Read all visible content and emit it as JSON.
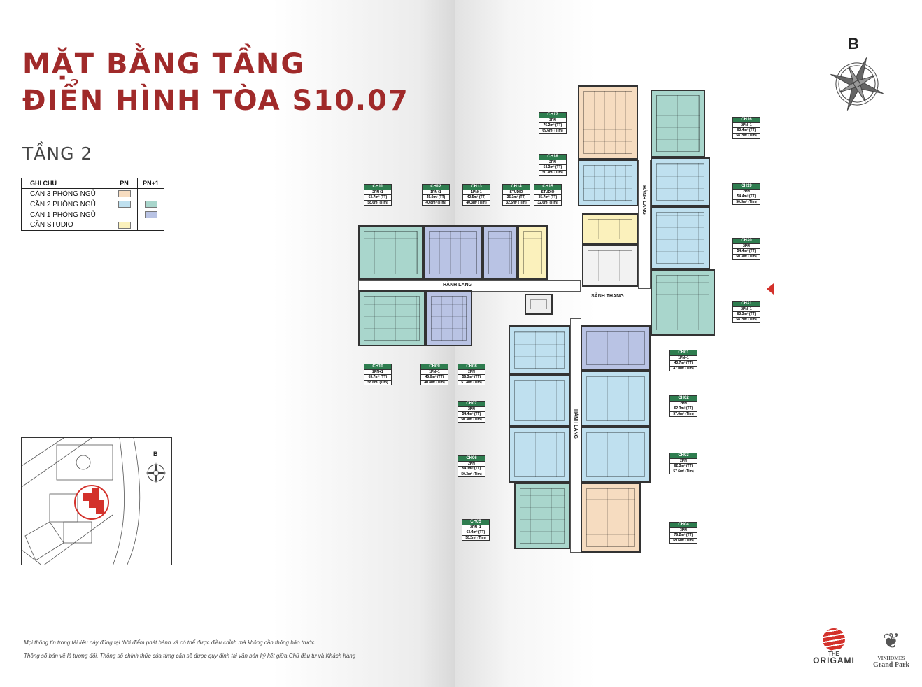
{
  "title": {
    "line1": "MẶT BẰNG TẦNG",
    "line2": "ĐIỂN HÌNH TÒA S10.07"
  },
  "floor_label": "TẦNG 2",
  "legend": {
    "headers": [
      "GHI CHÚ",
      "PN",
      "PN+1"
    ],
    "rows": [
      {
        "label": "CĂN 3 PHÒNG NGỦ",
        "pn": "#f6dcc0",
        "pn1": null
      },
      {
        "label": "CĂN 2 PHÒNG NGỦ",
        "pn": "#bfe0ef",
        "pn1": "#a9d6cc"
      },
      {
        "label": "CĂN 1 PHÒNG NGỦ",
        "pn": null,
        "pn1": "#b9c3e4"
      },
      {
        "label": "CĂN STUDIO",
        "pn": "#fbf1bc",
        "pn1": null
      }
    ]
  },
  "plan": {
    "corridor_label": "HÀNH LANG",
    "corridor_label_v1": "HÀNH LANG",
    "corridor_label_v2": "HÀNH LANG",
    "lobby_label": "SẢNH THANG",
    "units": [
      {
        "code": "CH01",
        "type": "1PN+1",
        "tt": "43.7m² (TT)",
        "tim": "47.0m² (Tim)"
      },
      {
        "code": "CH02",
        "type": "2PN",
        "tt": "62.3m² (TT)",
        "tim": "57.6m² (Tim)"
      },
      {
        "code": "CH03",
        "type": "2PN",
        "tt": "62.3m² (TT)",
        "tim": "57.6m² (Tim)"
      },
      {
        "code": "CH04",
        "type": "3PN",
        "tt": "76.2m² (TT)",
        "tim": "69.6m² (Tim)"
      },
      {
        "code": "CH05",
        "type": "2PN+1",
        "tt": "63.4m² (TT)",
        "tim": "58.2m² (Tim)"
      },
      {
        "code": "CH06",
        "type": "2PN",
        "tt": "54.3m² (TT)",
        "tim": "50.3m² (Tim)"
      },
      {
        "code": "CH07",
        "type": "2PN",
        "tt": "54.4m² (TT)",
        "tim": "50.3m² (Tim)"
      },
      {
        "code": "CH08",
        "type": "2PN",
        "tt": "56.3m² (TT)",
        "tim": "51.4m² (Tim)"
      },
      {
        "code": "CH09",
        "type": "1PN+1",
        "tt": "45.0m² (TT)",
        "tim": "40.8m² (Tim)"
      },
      {
        "code": "CH10",
        "type": "2PN+1",
        "tt": "63.7m² (TT)",
        "tim": "58.6m² (Tim)"
      },
      {
        "code": "CH11",
        "type": "2PN+1",
        "tt": "63.7m² (TT)",
        "tim": "58.6m² (Tim)"
      },
      {
        "code": "CH12",
        "type": "1PN+1",
        "tt": "45.0m² (TT)",
        "tim": "40.8m² (Tim)"
      },
      {
        "code": "CH13",
        "type": "1PN+1",
        "tt": "42.5m² (TT)",
        "tim": "40.3m² (Tim)"
      },
      {
        "code": "CH14",
        "type": "STUDIO",
        "tt": "35.1m² (TT)",
        "tim": "32.5m² (Tim)"
      },
      {
        "code": "CH15",
        "type": "STUDIO",
        "tt": "35.7m² (TT)",
        "tim": "32.6m² (Tim)"
      },
      {
        "code": "CH16",
        "type": "2PN+1",
        "tt": "63.4m² (TT)",
        "tim": "58.2m² (Tim)"
      },
      {
        "code": "CH17",
        "type": "3PN",
        "tt": "76.2m² (TT)",
        "tim": "69.6m² (Tim)"
      },
      {
        "code": "CH18",
        "type": "2PN",
        "tt": "54.3m² (TT)",
        "tim": "50.3m² (Tim)"
      },
      {
        "code": "CH19",
        "type": "2PN",
        "tt": "54.4m² (TT)",
        "tim": "50.3m² (Tim)"
      },
      {
        "code": "CH20",
        "type": "2PN",
        "tt": "54.4m² (TT)",
        "tim": "50.3m² (Tim)"
      },
      {
        "code": "CH21",
        "type": "2PN+1",
        "tt": "63.3m² (TT)",
        "tim": "58.2m² (Tim)"
      }
    ]
  },
  "compass": {
    "label": "B"
  },
  "minimap": {
    "compass_label": "B"
  },
  "footer": {
    "line1": "Mọi thông tin trong tài liệu này đúng tại thời điểm phát hành và có thể được điều chỉnh mà không cần thông báo trước",
    "line2": "Thông số bản vẽ là tương đối. Thông số chính thức của từng căn sẽ được quy định tại văn bản ký kết giữa Chủ đầu tư và Khách hàng"
  },
  "logos": {
    "origami_top": "THE",
    "origami_bottom": "ORIGAMI",
    "vinhomes_top": "VINHOMES",
    "vinhomes_bottom": "Grand Park"
  },
  "colors": {
    "title": "#a02a2a",
    "label_header": "#2e7d4f",
    "three_br": "#f6dcc0",
    "two_br": "#bfe0ef",
    "two_br_plus": "#a9d6cc",
    "one_br_plus": "#b9c3e4",
    "studio": "#fbf1bc"
  }
}
